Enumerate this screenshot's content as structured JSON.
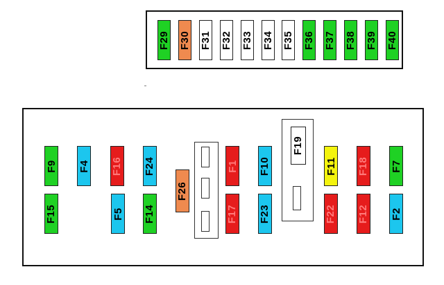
{
  "colors": {
    "green": "#1fd124",
    "orange": "#ef8a4f",
    "white": "#ffffff",
    "blue": "#1cc6ee",
    "red": "#e61c1c",
    "yellow": "#f4f40e"
  },
  "top_panel": {
    "fuses": [
      {
        "label": "F29",
        "color": "green"
      },
      {
        "label": "F30",
        "color": "orange"
      },
      {
        "label": "F31",
        "color": "white"
      },
      {
        "label": "F32",
        "color": "white"
      },
      {
        "label": "F33",
        "color": "white"
      },
      {
        "label": "F34",
        "color": "white"
      },
      {
        "label": "F35",
        "color": "white"
      },
      {
        "label": "F36",
        "color": "green"
      },
      {
        "label": "F37",
        "color": "green"
      },
      {
        "label": "F38",
        "color": "green"
      },
      {
        "label": "F39",
        "color": "green"
      },
      {
        "label": "F40",
        "color": "green"
      }
    ]
  },
  "main_panel": {
    "fuses": {
      "f9": {
        "label": "F9",
        "color": "green"
      },
      "f15": {
        "label": "F15",
        "color": "green"
      },
      "f4": {
        "label": "F4",
        "color": "blue"
      },
      "f5": {
        "label": "F5",
        "color": "blue"
      },
      "f16": {
        "label": "F16",
        "color": "red"
      },
      "f24": {
        "label": "F24",
        "color": "blue"
      },
      "f14": {
        "label": "F14",
        "color": "green"
      },
      "f26": {
        "label": "F26",
        "color": "orange"
      },
      "f1": {
        "label": "F1",
        "color": "red"
      },
      "f17": {
        "label": "F17",
        "color": "red"
      },
      "f10": {
        "label": "F10",
        "color": "blue"
      },
      "f23": {
        "label": "F23",
        "color": "blue"
      },
      "f19": {
        "label": "F19",
        "color": "white"
      },
      "f11": {
        "label": "F11",
        "color": "yellow"
      },
      "f22": {
        "label": "F22",
        "color": "red"
      },
      "f18": {
        "label": "F18",
        "color": "red"
      },
      "f12": {
        "label": "F12",
        "color": "red"
      },
      "f7": {
        "label": "F7",
        "color": "green"
      },
      "f2": {
        "label": "F2",
        "color": "blue"
      }
    }
  }
}
